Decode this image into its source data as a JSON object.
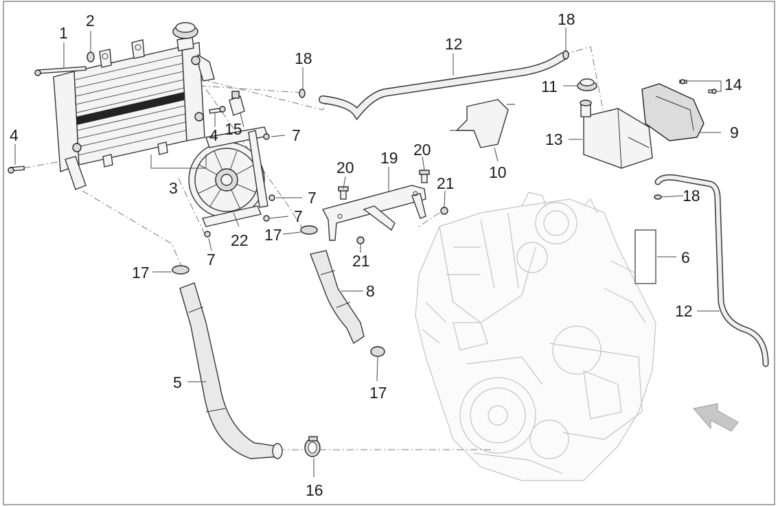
{
  "callouts": [
    {
      "id": "c1",
      "text": "1"
    },
    {
      "id": "c2",
      "text": "2"
    },
    {
      "id": "c3",
      "text": "3"
    },
    {
      "id": "c4a",
      "text": "4"
    },
    {
      "id": "c4b",
      "text": "4"
    },
    {
      "id": "c5",
      "text": "5"
    },
    {
      "id": "c6",
      "text": "6"
    },
    {
      "id": "c7a",
      "text": "7"
    },
    {
      "id": "c7b",
      "text": "7"
    },
    {
      "id": "c7c",
      "text": "7"
    },
    {
      "id": "c7d",
      "text": "7"
    },
    {
      "id": "c8",
      "text": "8"
    },
    {
      "id": "c9",
      "text": "9"
    },
    {
      "id": "c10",
      "text": "10"
    },
    {
      "id": "c11",
      "text": "11"
    },
    {
      "id": "c12a",
      "text": "12"
    },
    {
      "id": "c12b",
      "text": "12"
    },
    {
      "id": "c13",
      "text": "13"
    },
    {
      "id": "c14",
      "text": "14"
    },
    {
      "id": "c15",
      "text": "15"
    },
    {
      "id": "c16",
      "text": "16"
    },
    {
      "id": "c17a",
      "text": "17"
    },
    {
      "id": "c17b",
      "text": "17"
    },
    {
      "id": "c17c",
      "text": "17"
    },
    {
      "id": "c18a",
      "text": "18"
    },
    {
      "id": "c18b",
      "text": "18"
    },
    {
      "id": "c18c",
      "text": "18"
    },
    {
      "id": "c19",
      "text": "19"
    },
    {
      "id": "c20a",
      "text": "20"
    },
    {
      "id": "c20b",
      "text": "20"
    },
    {
      "id": "c21a",
      "text": "21"
    },
    {
      "id": "c21b",
      "text": "21"
    },
    {
      "id": "c22",
      "text": "22"
    }
  ],
  "colors": {
    "line": "#333333",
    "engine": "#c2c2c2",
    "background": "#ffffff",
    "arrow": "#b8b8b8"
  }
}
